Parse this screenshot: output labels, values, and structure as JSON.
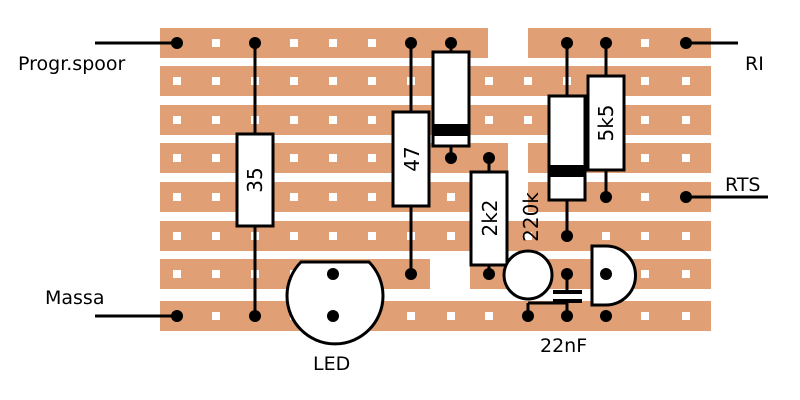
{
  "title": "",
  "labels": {
    "progr_spoor": "Progr.spoor",
    "massa": "Massa",
    "ri": "RI",
    "rts": "RTS",
    "led": "LED",
    "cap": "22nF"
  },
  "components": {
    "r35": "35",
    "r47": "47",
    "r2k2": "2k2",
    "r5k5": "5k5",
    "r220k": "220k"
  },
  "colors": {
    "copper": "#e19f76",
    "hole": "#ffffff",
    "wire": "#000000",
    "body": "#ffffff"
  }
}
